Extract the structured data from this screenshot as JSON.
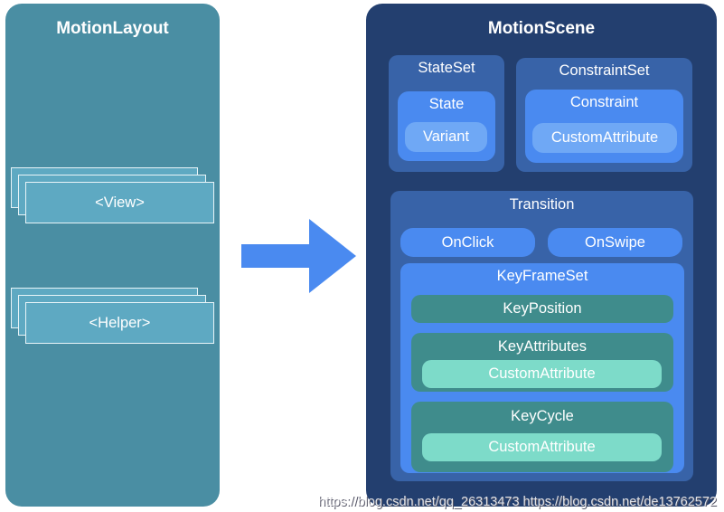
{
  "motion_layout": {
    "title": "MotionLayout",
    "view_label": "<View>",
    "helper_label": "<Helper>"
  },
  "motion_scene": {
    "title": "MotionScene",
    "stateset": {
      "title": "StateSet",
      "state": "State",
      "variant": "Variant"
    },
    "constraintset": {
      "title": "ConstraintSet",
      "constraint": "Constraint",
      "custom_attribute": "CustomAttribute"
    },
    "transition": {
      "title": "Transition",
      "onclick": "OnClick",
      "onswipe": "OnSwipe",
      "keyframeset": {
        "title": "KeyFrameSet",
        "keyposition": "KeyPosition",
        "keyattributes": {
          "title": "KeyAttributes",
          "custom_attribute": "CustomAttribute"
        },
        "keycycle": {
          "title": "KeyCycle",
          "custom_attribute": "CustomAttribute"
        }
      }
    }
  },
  "watermark": "https://blog.csdn.net/qq_26313473 https://blog.csdn.net/de13762572",
  "colors": {
    "layout_panel": "#4a8ea3",
    "scene_panel": "#233f6f",
    "arrow": "#4a8af0",
    "keyframe_teal": "#3f8c8c",
    "custom_attribute_mint": "#7ddbc9"
  }
}
